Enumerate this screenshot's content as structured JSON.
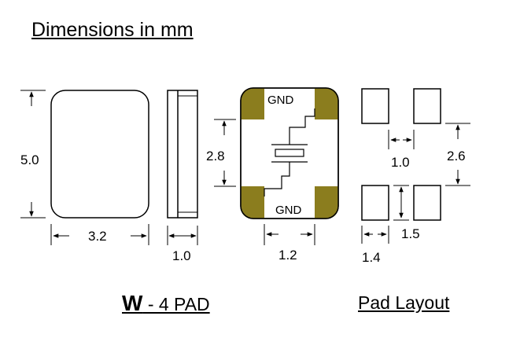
{
  "title": "Dimensions in mm",
  "caption_package": {
    "prefix": "W",
    "suffix": " - 4 PAD"
  },
  "caption_pad_layout": "Pad Layout",
  "labels": {
    "height": "5.0",
    "width": "3.2",
    "thickness": "1.0",
    "gnd_top": "GND",
    "gnd_bottom": "GND",
    "pad_pitch_v": "2.8",
    "pad_spacing_h": "1.2",
    "layout_gap_h": "1.0",
    "layout_pitch_v": "2.6",
    "layout_gap_v": "1.5",
    "layout_pad_w": "1.4"
  },
  "colors": {
    "pad": "#8b7d1e",
    "line": "#000000"
  }
}
